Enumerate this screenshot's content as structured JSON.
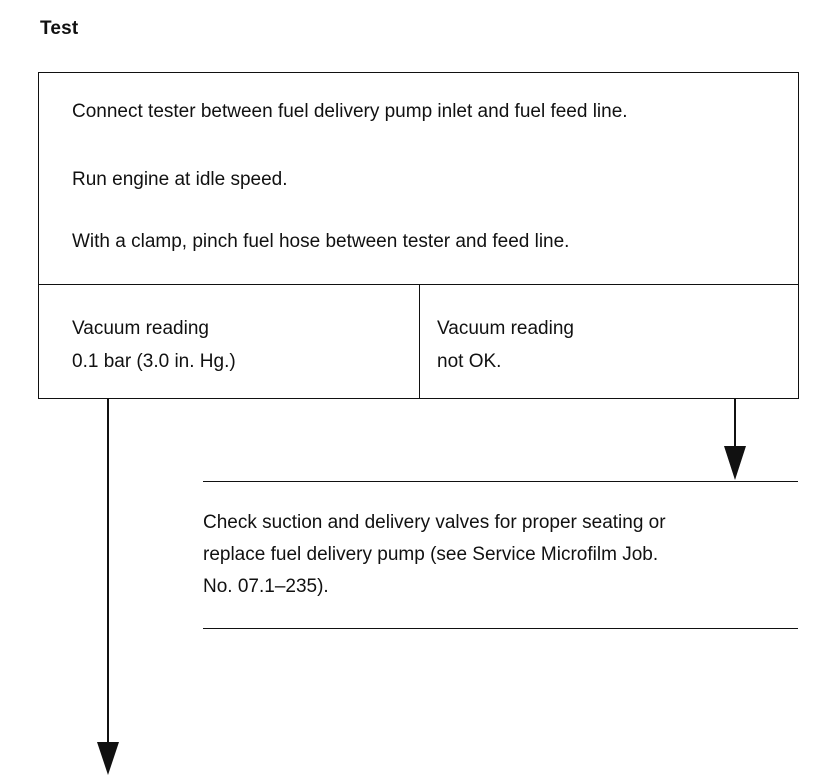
{
  "heading": "Test",
  "test_steps": [
    "Connect tester between fuel delivery pump inlet and fuel feed line.",
    "Run engine at idle speed.",
    "With a clamp, pinch fuel hose between tester and feed line."
  ],
  "results": {
    "ok": {
      "line1": "Vacuum reading",
      "line2": "0.1 bar (3.0 in. Hg.)"
    },
    "not_ok": {
      "line1": "Vacuum reading",
      "line2": "not OK."
    }
  },
  "action": {
    "lines": [
      "Check suction and delivery valves for proper seating or",
      "replace fuel delivery pump (see Service Microfilm Job.",
      "No. 07.1–235)."
    ]
  }
}
